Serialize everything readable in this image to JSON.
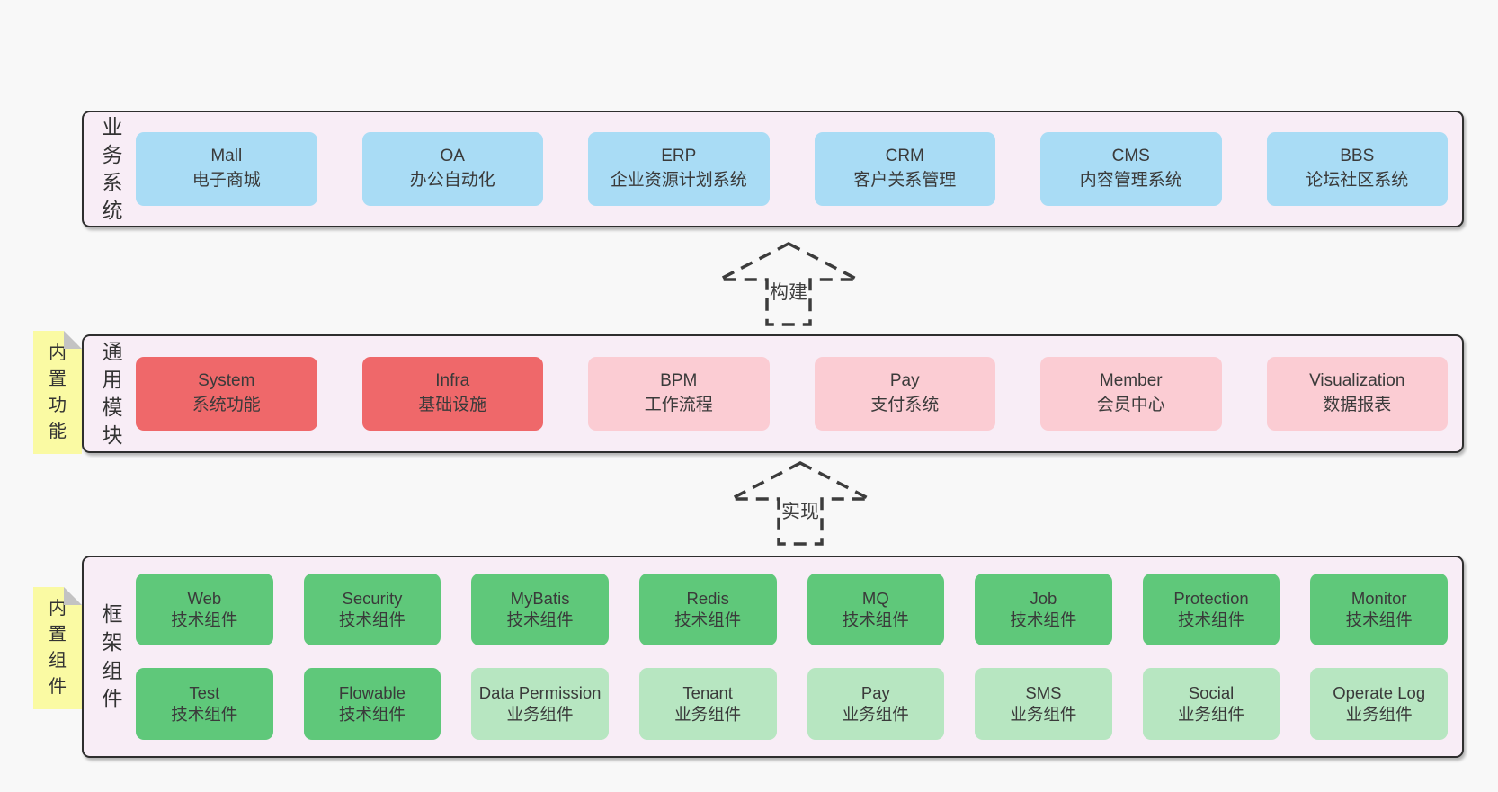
{
  "colors": {
    "page_bg": "#f8f8f8",
    "band_bg": "#f8edf6",
    "band_border": "#2e2e2e",
    "blue_box": "#a9dcf5",
    "red_box": "#ef686a",
    "pink_box": "#fbccd3",
    "green_dark_box": "#5fc87a",
    "green_light_box": "#b7e6c1",
    "sticky_note": "#fafaa3",
    "sticky_fold": "#c3c3c3",
    "text": "#3a3a3a"
  },
  "bands": [
    {
      "label": "业务系统",
      "boxes": [
        {
          "name": "Mall",
          "desc": "电子商城",
          "variant": "blue"
        },
        {
          "name": "OA",
          "desc": "办公自动化",
          "variant": "blue"
        },
        {
          "name": "ERP",
          "desc": "企业资源计划系统",
          "variant": "blue"
        },
        {
          "name": "CRM",
          "desc": "客户关系管理",
          "variant": "blue"
        },
        {
          "name": "CMS",
          "desc": "内容管理系统",
          "variant": "blue"
        },
        {
          "name": "BBS",
          "desc": "论坛社区系统",
          "variant": "blue"
        }
      ]
    },
    {
      "label": "通用模块",
      "sticky": "内置功能",
      "boxes": [
        {
          "name": "System",
          "desc": "系统功能",
          "variant": "red"
        },
        {
          "name": "Infra",
          "desc": "基础设施",
          "variant": "red"
        },
        {
          "name": "BPM",
          "desc": "工作流程",
          "variant": "pink"
        },
        {
          "name": "Pay",
          "desc": "支付系统",
          "variant": "pink"
        },
        {
          "name": "Member",
          "desc": "会员中心",
          "variant": "pink"
        },
        {
          "name": "Visualization",
          "desc": "数据报表",
          "variant": "pink"
        }
      ]
    },
    {
      "label": "框架组件",
      "sticky": "内置组件",
      "rows": [
        [
          {
            "name": "Web",
            "desc": "技术组件",
            "variant": "green-dark"
          },
          {
            "name": "Security",
            "desc": "技术组件",
            "variant": "green-dark"
          },
          {
            "name": "MyBatis",
            "desc": "技术组件",
            "variant": "green-dark"
          },
          {
            "name": "Redis",
            "desc": "技术组件",
            "variant": "green-dark"
          },
          {
            "name": "MQ",
            "desc": "技术组件",
            "variant": "green-dark"
          },
          {
            "name": "Job",
            "desc": "技术组件",
            "variant": "green-dark"
          },
          {
            "name": "Protection",
            "desc": "技术组件",
            "variant": "green-dark"
          },
          {
            "name": "Monitor",
            "desc": "技术组件",
            "variant": "green-dark"
          }
        ],
        [
          {
            "name": "Test",
            "desc": "技术组件",
            "variant": "green-dark"
          },
          {
            "name": "Flowable",
            "desc": "技术组件",
            "variant": "green-dark"
          },
          {
            "name": "Data Permission",
            "desc": "业务组件",
            "variant": "green-light"
          },
          {
            "name": "Tenant",
            "desc": "业务组件",
            "variant": "green-light"
          },
          {
            "name": "Pay",
            "desc": "业务组件",
            "variant": "green-light"
          },
          {
            "name": "SMS",
            "desc": "业务组件",
            "variant": "green-light"
          },
          {
            "name": "Social",
            "desc": "业务组件",
            "variant": "green-light"
          },
          {
            "name": "Operate Log",
            "desc": "业务组件",
            "variant": "green-light"
          }
        ]
      ]
    }
  ],
  "arrows": [
    {
      "label": "构建"
    },
    {
      "label": "实现"
    }
  ]
}
